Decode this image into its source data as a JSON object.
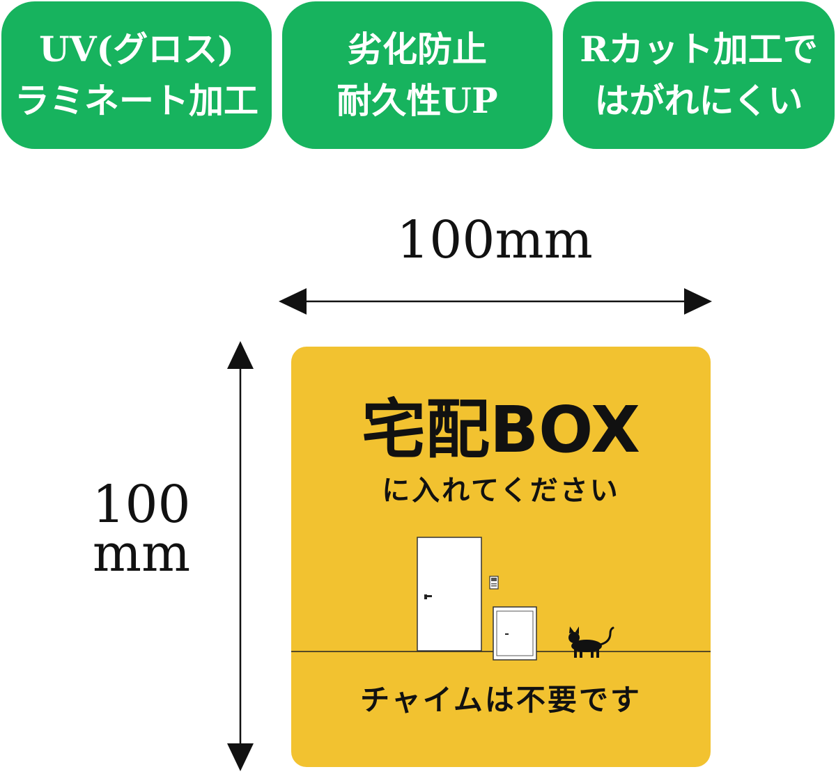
{
  "badges": [
    {
      "line1": "UV(グロス)",
      "line2": "ラミネート加工"
    },
    {
      "line1": "劣化防止",
      "line2": "耐久性UP"
    },
    {
      "line1": "Rカット加工で",
      "line2": "はがれにくい"
    }
  ],
  "dimensions": {
    "width_label": "100mm",
    "height_value": "100",
    "height_unit": "mm"
  },
  "sign": {
    "title": "宅配BOX",
    "subtitle": "に入れてください",
    "footer": "チャイムは不要です"
  },
  "colors": {
    "badge_green": "#17b35e",
    "sign_yellow": "#f2c230",
    "ink": "#111111"
  }
}
